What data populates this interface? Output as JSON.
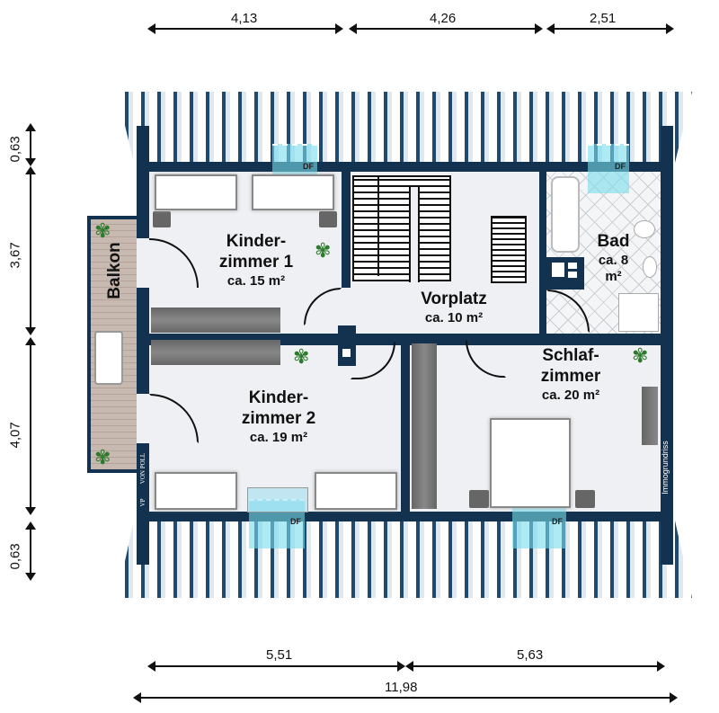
{
  "dimensions": {
    "top": [
      "4,13",
      "4,26",
      "2,51"
    ],
    "bottom": [
      "5,51",
      "5,63"
    ],
    "total": "11,98",
    "left": [
      "0,63",
      "3,67",
      "4,07",
      "0,63"
    ]
  },
  "rooms": {
    "kinder1": {
      "name1": "Kinder-",
      "name2": "zimmer 1",
      "area": "ca. 15 m²"
    },
    "kinder2": {
      "name1": "Kinder-",
      "name2": "zimmer 2",
      "area": "ca. 19 m²"
    },
    "vorplatz": {
      "name": "Vorplatz",
      "area": "ca. 10 m²"
    },
    "bad": {
      "name": "Bad",
      "area1": "ca. 8",
      "area2": "m²"
    },
    "schlaf": {
      "name1": "Schlaf-",
      "name2": "zimmer",
      "area": "ca. 20 m²"
    },
    "balkon": {
      "name": "Balkon"
    }
  },
  "skylight_label": "DF",
  "watermark": "Immogrundriss",
  "logo": {
    "initials": "VP",
    "name": "VON POLL"
  }
}
